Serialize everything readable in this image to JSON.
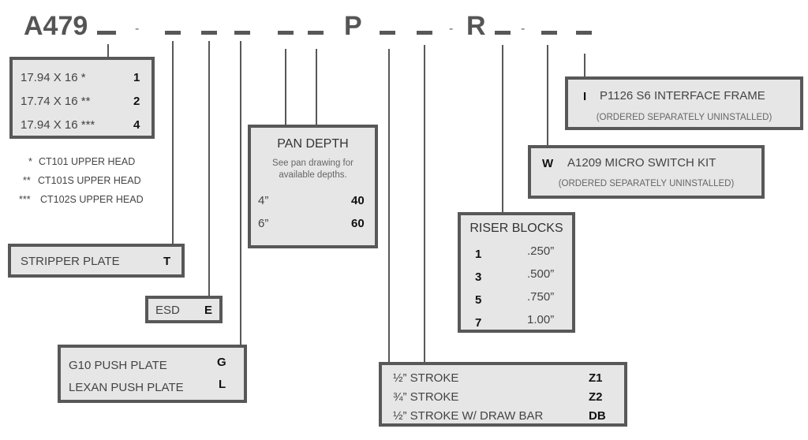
{
  "part_code": {
    "prefix": "A479",
    "dash1": "-",
    "p_letter": "P",
    "dash2": "-",
    "r_letter": "R",
    "dash3": "-"
  },
  "head_size": {
    "options": [
      {
        "label": "17.94 X 16 *",
        "code": "1"
      },
      {
        "label": "17.74 X 16 **",
        "code": "2"
      },
      {
        "label": "17.94 X 16 ***",
        "code": "4"
      }
    ],
    "footnotes": [
      {
        "mark": "*",
        "text": "CT101 UPPER HEAD"
      },
      {
        "mark": "**",
        "text": "CT101S UPPER HEAD"
      },
      {
        "mark": "***",
        "text": "CT102S UPPER HEAD"
      }
    ]
  },
  "stripper_plate": {
    "label": "STRIPPER PLATE",
    "code": "T"
  },
  "esd": {
    "label": "ESD",
    "code": "E"
  },
  "push_plate": {
    "options": [
      {
        "label": "G10 PUSH PLATE",
        "code": "G"
      },
      {
        "label": "LEXAN PUSH PLATE",
        "code": "L"
      }
    ]
  },
  "pan_depth": {
    "title": "PAN DEPTH",
    "note_line1": "See pan drawing for",
    "note_line2": "available depths.",
    "options": [
      {
        "label": "4”",
        "code": "40"
      },
      {
        "label": "6”",
        "code": "60"
      }
    ]
  },
  "stroke": {
    "options": [
      {
        "label": "½” STROKE",
        "code": "Z1"
      },
      {
        "label": "¾” STROKE",
        "code": "Z2"
      },
      {
        "label": "½” STROKE W/ DRAW BAR",
        "code": "DB"
      }
    ]
  },
  "riser_blocks": {
    "title": "RISER BLOCKS",
    "options": [
      {
        "code": "1",
        "value": ".250”"
      },
      {
        "code": "3",
        "value": ".500”"
      },
      {
        "code": "5",
        "value": ".750”"
      },
      {
        "code": "7",
        "value": "1.00”"
      }
    ]
  },
  "micro_switch": {
    "code": "W",
    "label": "A1209 MICRO SWITCH KIT",
    "note": "(ORDERED SEPARATELY UNINSTALLED)"
  },
  "interface_frame": {
    "code": "I",
    "label": "P1126 S6 INTERFACE FRAME",
    "note": "(ORDERED SEPARATELY UNINSTALLED)"
  },
  "colors": {
    "border": "#585858",
    "box_fill": "#e6e6e6",
    "header": "#555555"
  }
}
